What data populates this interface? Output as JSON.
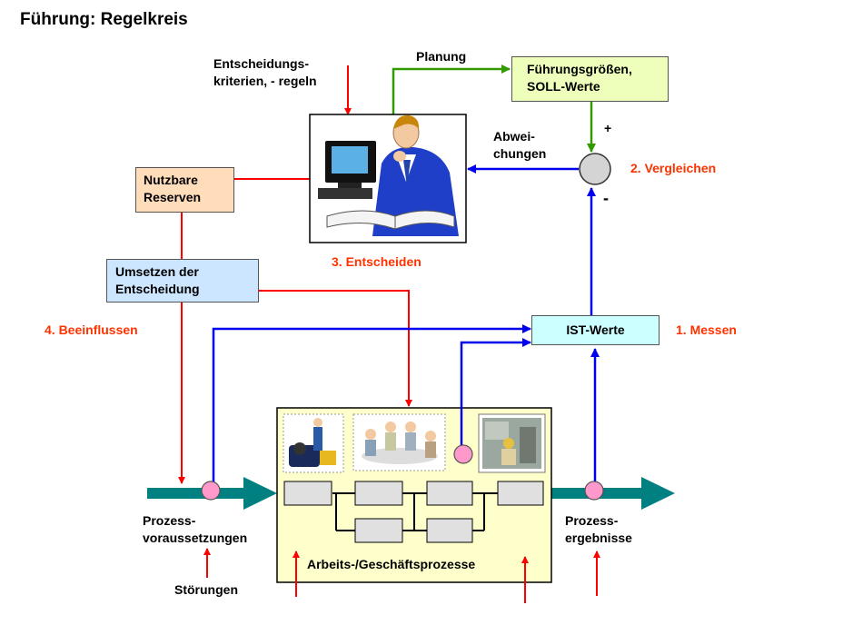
{
  "title": "Führung: Regelkreis",
  "labels": {
    "criteria": [
      "Entscheidungs-",
      "kriterien, - regeln"
    ],
    "planung": "Planung",
    "abweichungen": [
      "Abwei-",
      "chungen"
    ],
    "plus": "+",
    "minus": "-",
    "vergleichen": "2. Vergleichen",
    "entscheiden": "3. Entscheiden",
    "beeinflussen": "4. Beeinflussen",
    "messen": "1. Messen",
    "prozessvoraussetzungen": [
      "Prozess-",
      "voraussetzungen"
    ],
    "prozessergebnisse": [
      "Prozess-",
      "ergebnisse"
    ],
    "stoerungen": "Störungen"
  },
  "boxes": {
    "fuehrungsgroessen": [
      "Führungsgrößen,",
      "SOLL-Werte"
    ],
    "reserven": [
      "Nutzbare",
      "Reserven"
    ],
    "umsetzen": [
      "Umsetzen der",
      "Entscheidung"
    ],
    "ist_werte": "IST-Werte",
    "prozess": "Arbeits-/Geschäftsprozesse"
  },
  "colors": {
    "red": "#ff0000",
    "green": "#339900",
    "blue": "#0000ee",
    "teal": "#008080",
    "label_red": "#ff3300",
    "soll_fill": "#eeffbb",
    "reserve_fill": "#ffddbb",
    "umsetzen_fill": "#cce6ff",
    "ist_fill": "#ccffff",
    "process_fill": "#ffffcc",
    "sensor_fill": "#ff99cc"
  },
  "icons": [
    "decision-maker-illustration",
    "machine-worker-icon",
    "team-meeting-icon",
    "workshop-worker-icon"
  ]
}
